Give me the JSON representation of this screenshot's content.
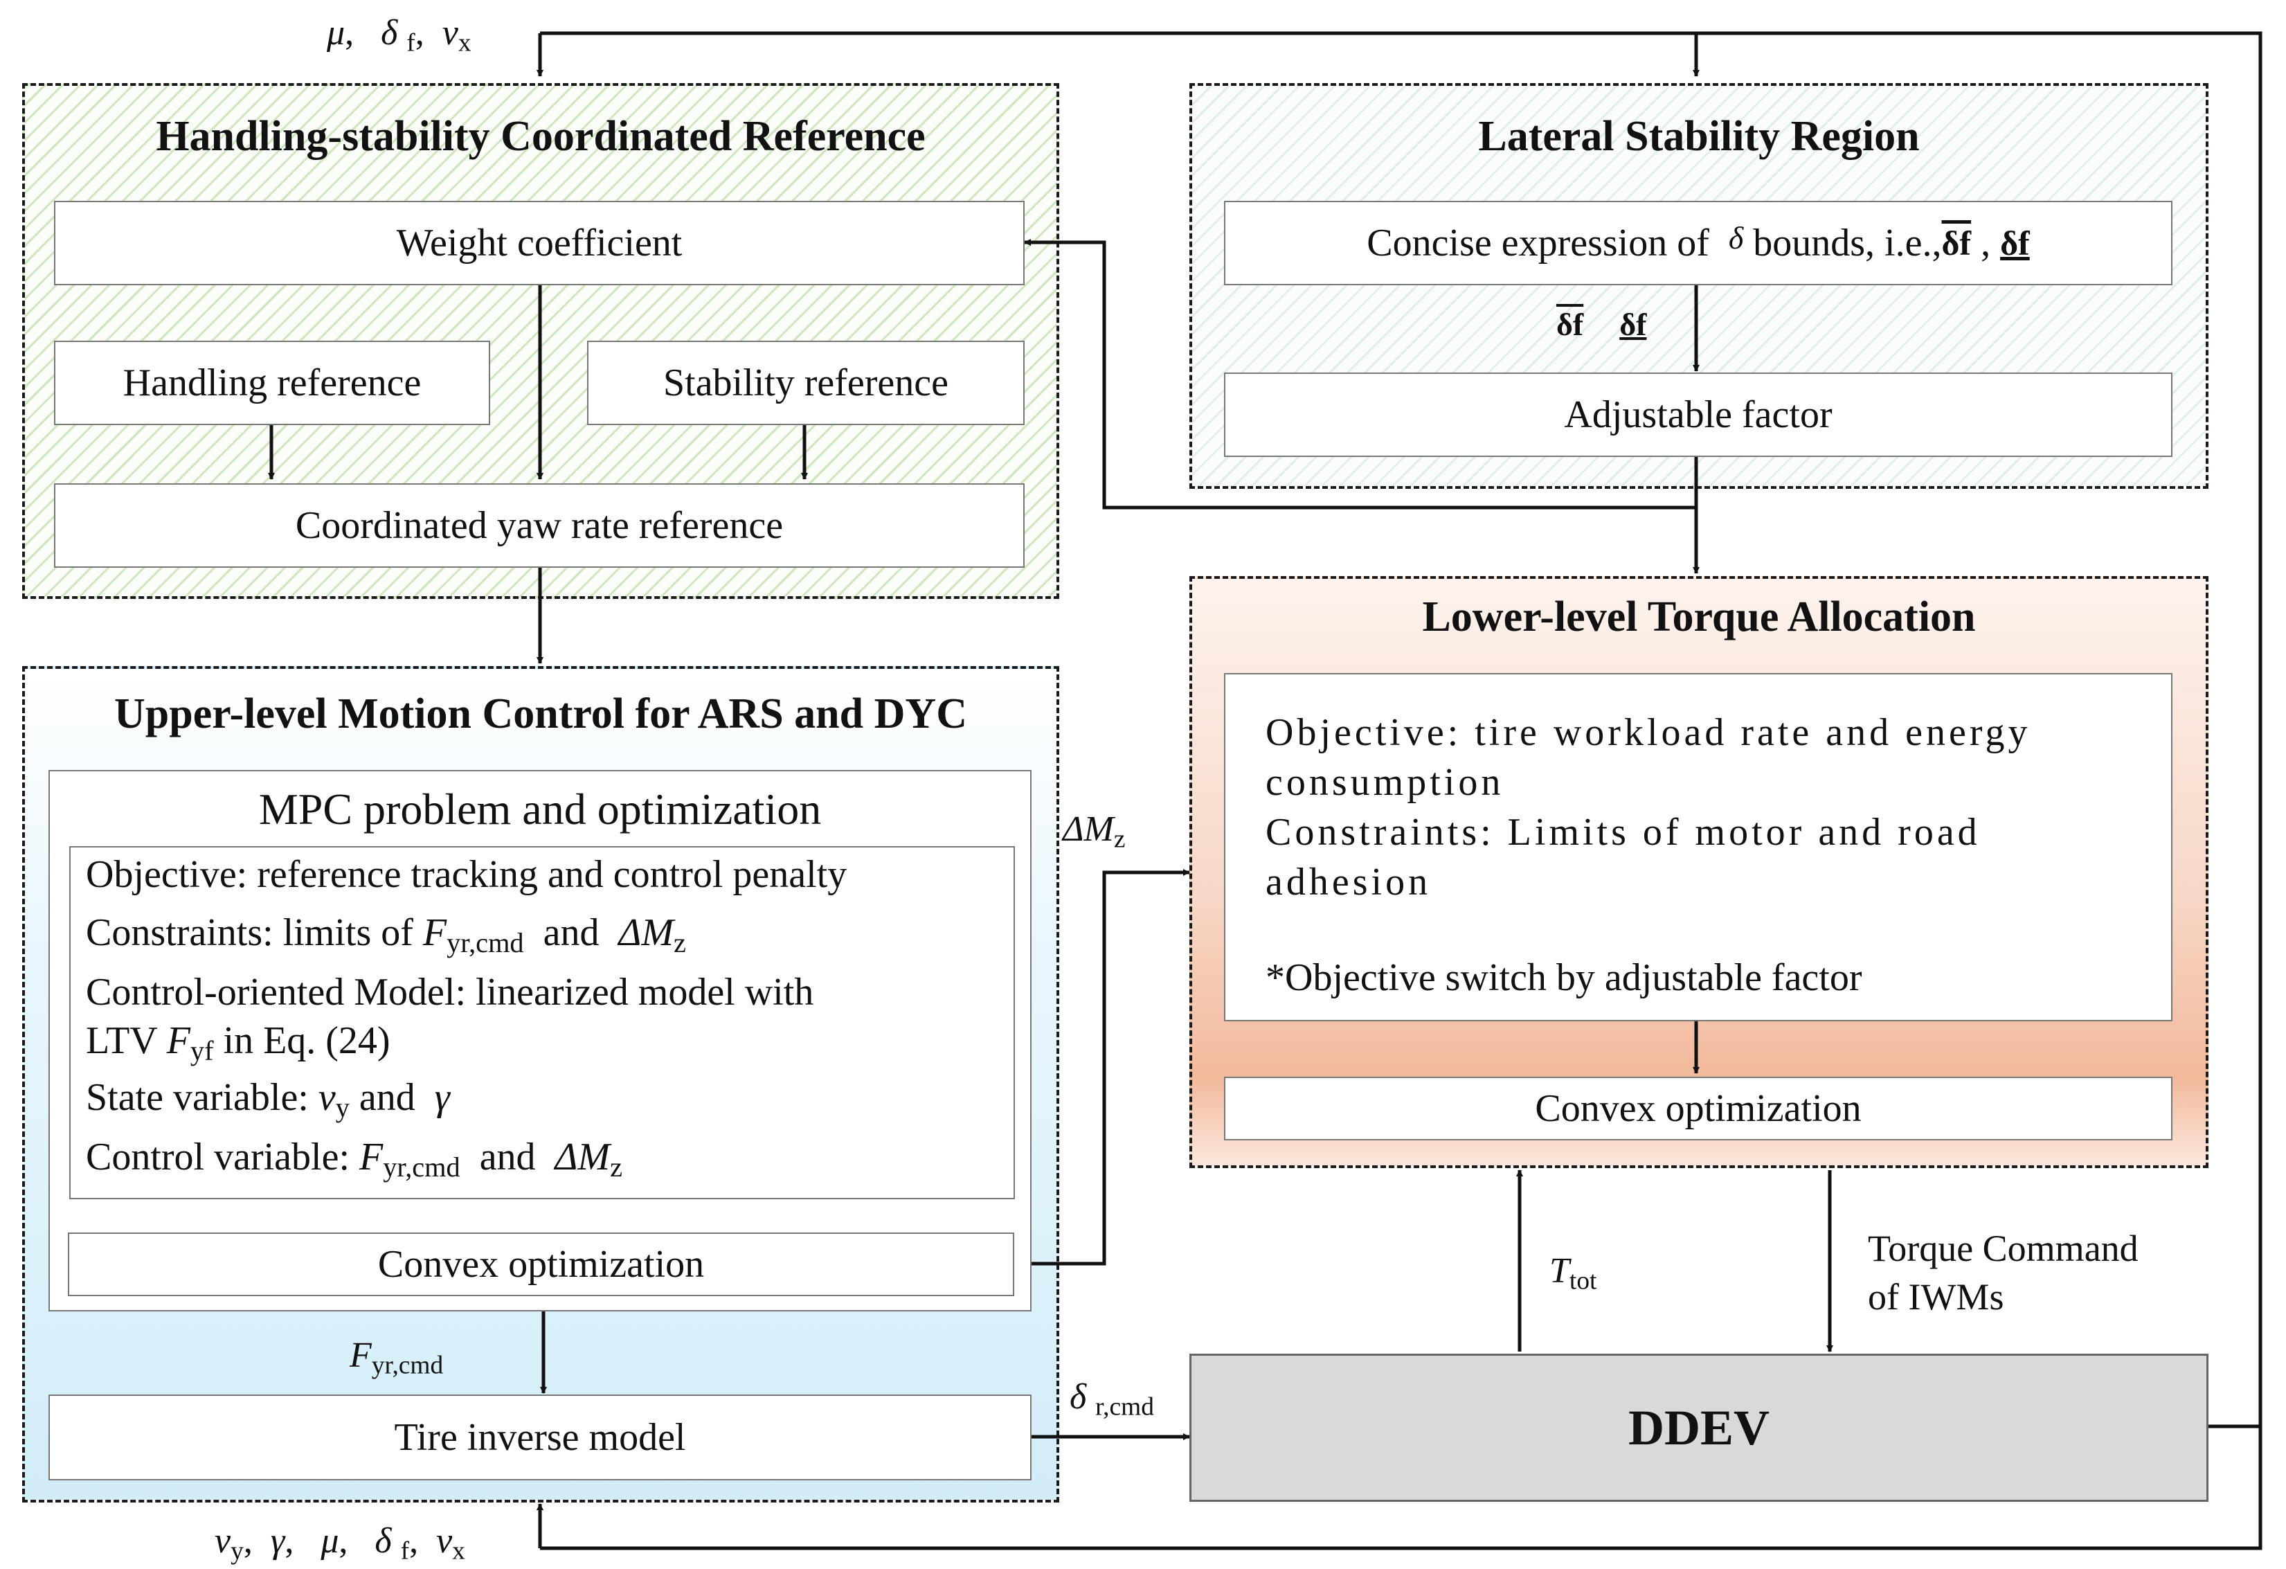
{
  "handling": {
    "title": "Handling-stability Coordinated Reference",
    "weight": "Weight coefficient",
    "handling_ref": "Handling reference",
    "stability_ref": "Stability reference",
    "coordinated": "Coordinated yaw rate reference"
  },
  "lateral": {
    "title": "Lateral Stability Region",
    "concise_pre": "Concise expression of",
    "delta": "δ",
    "concise_mid": "bounds, i.e.,",
    "bound_upper": "δf",
    "comma": ",",
    "bound_lower": "δf",
    "adjustable": "Adjustable factor"
  },
  "upper": {
    "title": "Upper-level Motion Control for ARS and DYC",
    "mpc_title": "MPC problem and optimization",
    "objective": "Objective: reference tracking and control penalty",
    "constraints_pre": "Constraints: limits of",
    "constraints_and": "and",
    "model_line1": "Control-oriented Model: linearized model with",
    "model_ltv": "LTV",
    "model_eq": "in Eq. (24)",
    "state_pre": "State variable:",
    "state_and": "and",
    "control_pre": "Control variable:",
    "control_and": "and",
    "convex": "Convex optimization",
    "tire": "Tire inverse model"
  },
  "lower": {
    "title": "Lower-level Torque Allocation",
    "objective_line1": "Objective: tire workload rate and energy",
    "objective_line2": "consumption",
    "constraints_line1": "Constraints: Limits of motor and road",
    "constraints_line2": "adhesion",
    "switch": "*Objective switch by  adjustable factor",
    "convex": "Convex optimization"
  },
  "ddev": "DDEV",
  "symbols": {
    "mu": "μ",
    "delta": "δ",
    "gamma": "γ",
    "Delta": "Δ",
    "F": "F",
    "M": "M",
    "v": "v",
    "T": "T",
    "sub_f": "f",
    "sub_x": "x",
    "sub_y": "y",
    "sub_z": "z",
    "sub_yrcmd": "yr,cmd",
    "sub_yf": "yf",
    "sub_rcmd": "r,cmd",
    "sub_tot": "tot",
    "sep": ","
  },
  "labels": {
    "torque_line1": "Torque Command",
    "torque_line2": "of IWMs"
  }
}
